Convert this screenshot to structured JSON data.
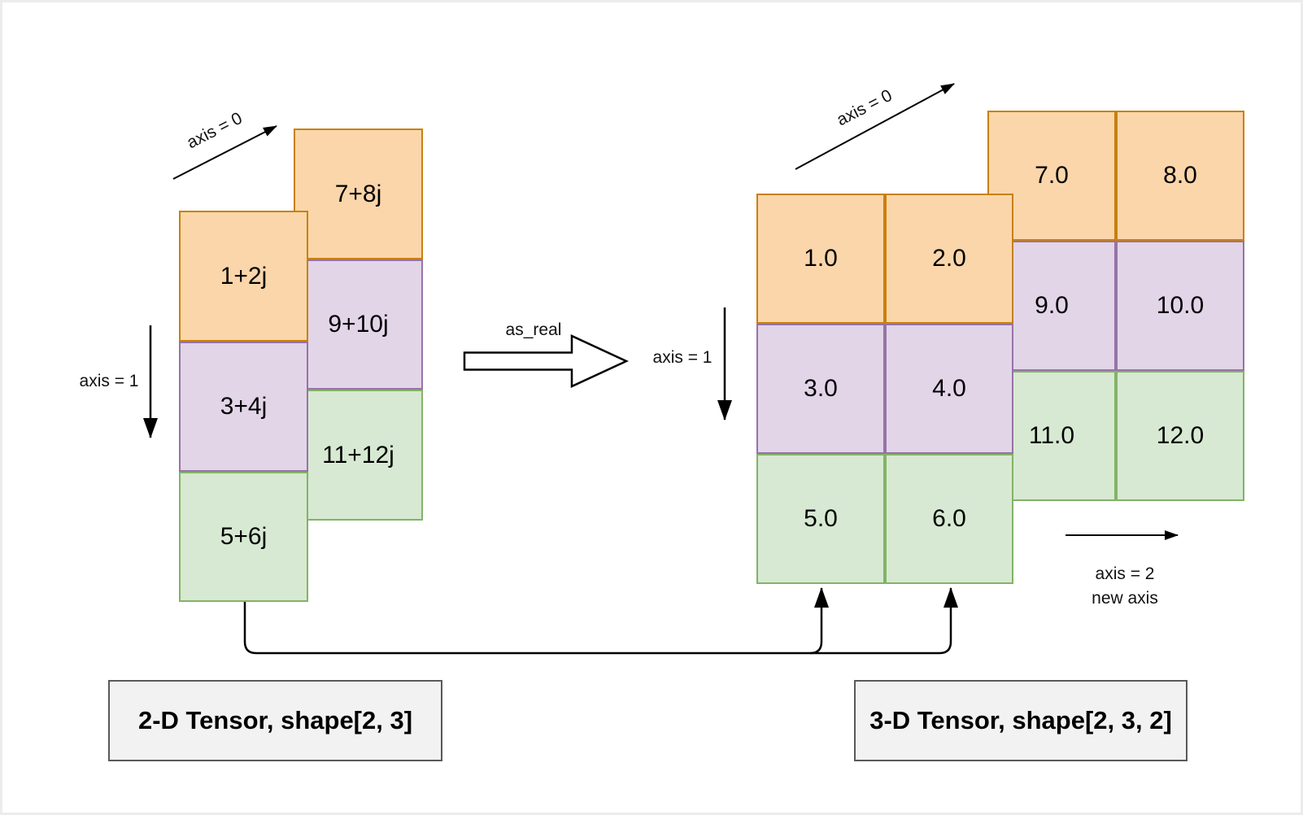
{
  "colors": {
    "orange_fill": "#fad6aa",
    "orange_stroke": "#c8800e",
    "purple_fill": "#e2d5e8",
    "purple_stroke": "#9673a6",
    "green_fill": "#d7e9d2",
    "green_stroke": "#82b366",
    "caption_fill": "#f2f2f2",
    "caption_stroke": "#595959",
    "line": "#000000",
    "frame": "#ececec",
    "bottom_strip": "#4b87f0"
  },
  "left_tensor": {
    "caption": "2-D Tensor, shape[2, 3]",
    "axis0_label": "axis = 0",
    "axis1_label": "axis = 1",
    "back_column": [
      {
        "label": "7+8j",
        "color": "orange"
      },
      {
        "label": "9+10j",
        "color": "purple"
      },
      {
        "label": "11+12j",
        "color": "green"
      }
    ],
    "front_column": [
      {
        "label": "1+2j",
        "color": "orange"
      },
      {
        "label": "3+4j",
        "color": "purple"
      },
      {
        "label": "5+6j",
        "color": "green"
      }
    ]
  },
  "transform": {
    "label": "as_real"
  },
  "right_tensor": {
    "caption": "3-D Tensor, shape[2, 3, 2]",
    "axis0_label": "axis = 0",
    "axis1_label": "axis = 1",
    "axis2_label": "axis = 2",
    "axis2_sublabel": "new axis",
    "back_slab": [
      [
        "7.0",
        "8.0"
      ],
      [
        "9.0",
        "10.0"
      ],
      [
        "11.0",
        "12.0"
      ]
    ],
    "front_slab": [
      [
        "1.0",
        "2.0"
      ],
      [
        "3.0",
        "4.0"
      ],
      [
        "5.0",
        "6.0"
      ]
    ]
  }
}
